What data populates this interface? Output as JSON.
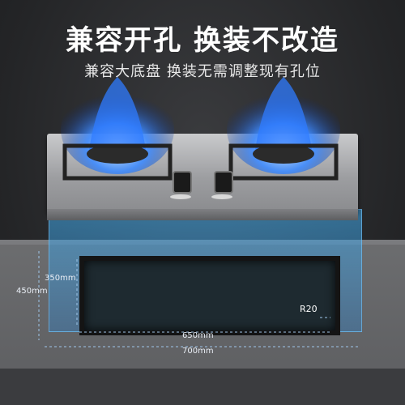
{
  "headline": "兼容开孔 换装不改造",
  "subline": "兼容大底盘 换装无需调整现有孔位",
  "dimensions": {
    "depth_inner": "350mm",
    "depth_outer": "450mm",
    "width_inner": "650mm",
    "width_outer": "700mm",
    "corner_radius": "R20"
  },
  "colors": {
    "flame_blue": "#2f7bff",
    "highlight_blue": "#4aa8ee",
    "steel": "#a7a8ab"
  }
}
